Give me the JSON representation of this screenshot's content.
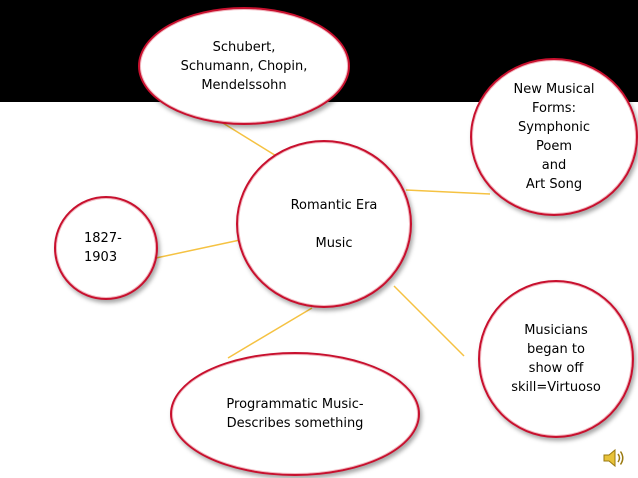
{
  "diagram": {
    "center": "Romantic Era\n\nMusic",
    "composers": "Schubert,\nSchumann, Chopin,\nMendelssohn",
    "forms": "New Musical\nForms:\nSymphonic\nPoem\nand\nArt Song",
    "years": "1827-\n1903",
    "musicians": "Musicians\nbegan to\nshow off\nskill=Virtuoso",
    "programmatic": "Programmatic Music-\nDescribes something"
  },
  "colors": {
    "band": "#000000",
    "node_border": "#c8102e",
    "connector": "#f5c242"
  },
  "icons": [
    "speaker-icon"
  ]
}
